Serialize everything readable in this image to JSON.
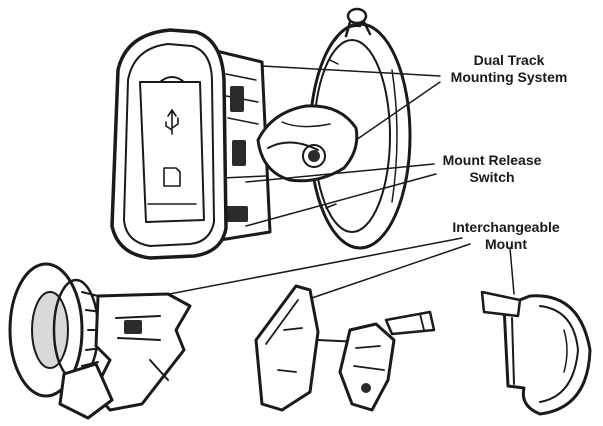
{
  "callouts": {
    "dual_track": {
      "line1": "Dual Track",
      "line2": "Mounting System"
    },
    "mount_release": {
      "line1": "Mount Release",
      "line2": "Switch"
    },
    "interchangeable": {
      "line1": "Interchangeable",
      "line2": "Mount"
    }
  },
  "icons": {
    "usb": "usb-icon",
    "sd_card": "sd-card-icon"
  },
  "colors": {
    "ink": "#1a1a1a",
    "background": "#ffffff"
  }
}
